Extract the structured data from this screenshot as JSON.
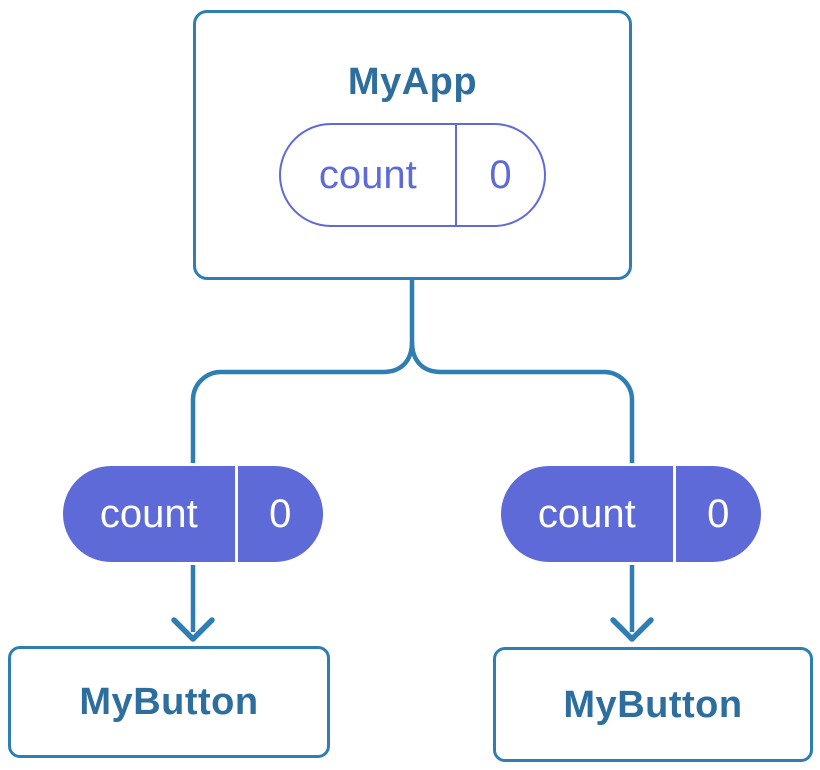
{
  "diagram": {
    "root": {
      "title": "MyApp",
      "state": {
        "key": "count",
        "value": "0"
      }
    },
    "children": [
      {
        "title": "MyButton",
        "state": {
          "key": "count",
          "value": "0"
        }
      },
      {
        "title": "MyButton",
        "state": {
          "key": "count",
          "value": "0"
        }
      }
    ]
  },
  "theme": {
    "line-blue": "#2e7eb3",
    "title-blue": "#2d6e9e",
    "pill-purple": "#5e6ad8",
    "pill-text-light": "#ffffff",
    "canvas-bg": "#ffffff",
    "card-bg": "#ffffff"
  }
}
